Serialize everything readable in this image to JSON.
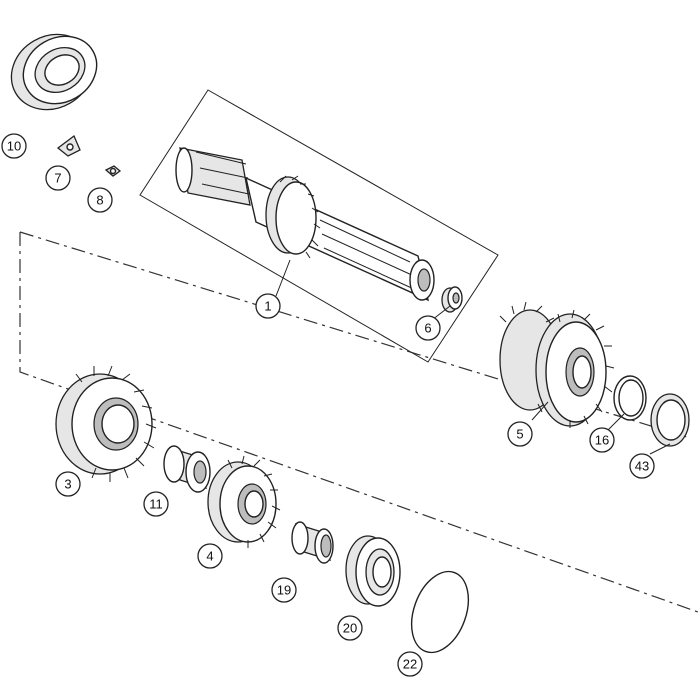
{
  "callouts": {
    "c1": "1",
    "c3": "3",
    "c4": "4",
    "c5": "5",
    "c6": "6",
    "c7": "7",
    "c8": "8",
    "c10": "10",
    "c11": "11",
    "c16": "16",
    "c19": "19",
    "c20": "20",
    "c22": "22",
    "c43": "43"
  }
}
